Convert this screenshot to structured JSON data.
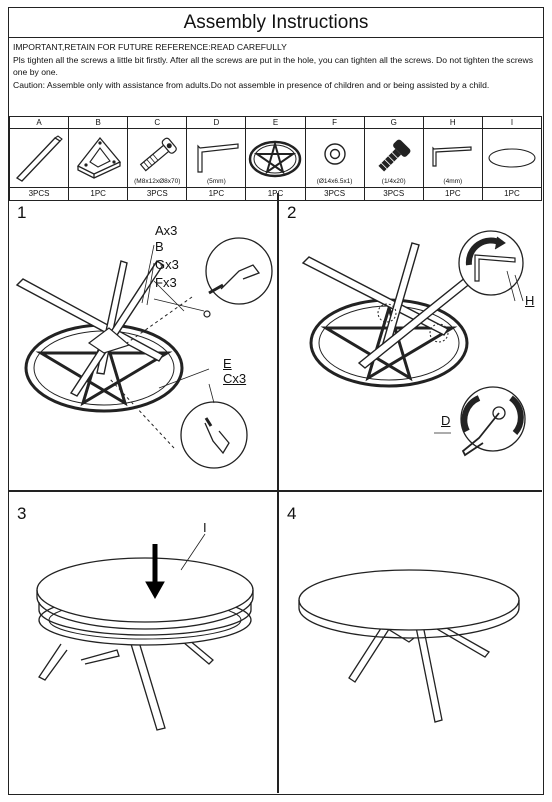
{
  "document": {
    "title": "Assembly Instructions",
    "notes": [
      "IMPORTANT,RETAIN FOR FUTURE REFERENCE:READ CAREFULLY",
      "Pls tighten all the screws a little bit firstly. After all the screws are put in the hole, you can tighten all the screws. Do not tighten the screws one by one.",
      "Caution: Assemble only with assistance from adults.Do not assemble in presence of children and or being assisted by a child."
    ]
  },
  "parts": [
    {
      "letter": "A",
      "spec": "",
      "qty": "3PCS",
      "icon": "leg-bar-icon"
    },
    {
      "letter": "B",
      "spec": "",
      "qty": "1PC",
      "icon": "triangle-bracket-icon"
    },
    {
      "letter": "C",
      "spec": "(M8x12xØ8x70)",
      "qty": "3PCS",
      "icon": "bolt-icon"
    },
    {
      "letter": "D",
      "spec": "(5mm)",
      "qty": "1PC",
      "icon": "allen-key-icon"
    },
    {
      "letter": "E",
      "spec": "",
      "qty": "1PC",
      "icon": "star-frame-icon"
    },
    {
      "letter": "F",
      "spec": "(Ø14x6.5x1)",
      "qty": "3PCS",
      "icon": "washer-icon"
    },
    {
      "letter": "G",
      "spec": "(1/4x20)",
      "qty": "3PCS",
      "icon": "screw-icon"
    },
    {
      "letter": "H",
      "spec": "(4mm)",
      "qty": "1PC",
      "icon": "allen-key-small-icon"
    },
    {
      "letter": "I",
      "spec": "",
      "qty": "1PC",
      "icon": "table-top-icon"
    }
  ],
  "steps": [
    {
      "number": "1",
      "labels": [
        "Ax3",
        "B",
        "Gx3",
        "Fx3",
        "E",
        "Cx3"
      ]
    },
    {
      "number": "2",
      "labels": [
        "H",
        "D"
      ]
    },
    {
      "number": "3",
      "labels": [
        "I"
      ]
    },
    {
      "number": "4",
      "labels": []
    }
  ]
}
